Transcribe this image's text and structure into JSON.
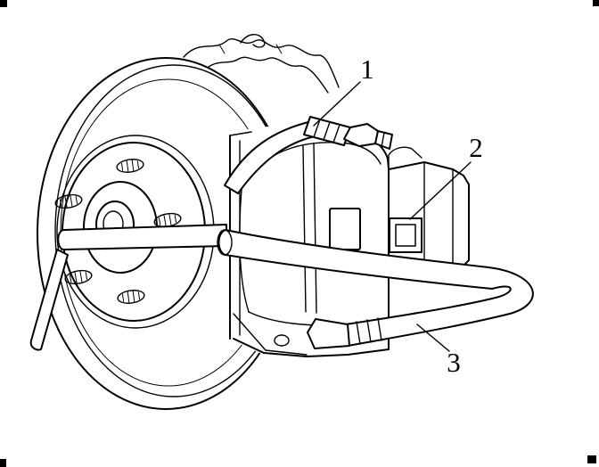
{
  "diagram": {
    "background_color": "#ffffff",
    "line_color": "#000000",
    "figure_type": "brake caliper and rotor line-art illustration",
    "callouts": [
      {
        "label": "1",
        "target": "brake-hose-fitting"
      },
      {
        "label": "2",
        "target": "caliper-housing-block"
      },
      {
        "label": "3",
        "target": "hose-loop"
      }
    ]
  }
}
